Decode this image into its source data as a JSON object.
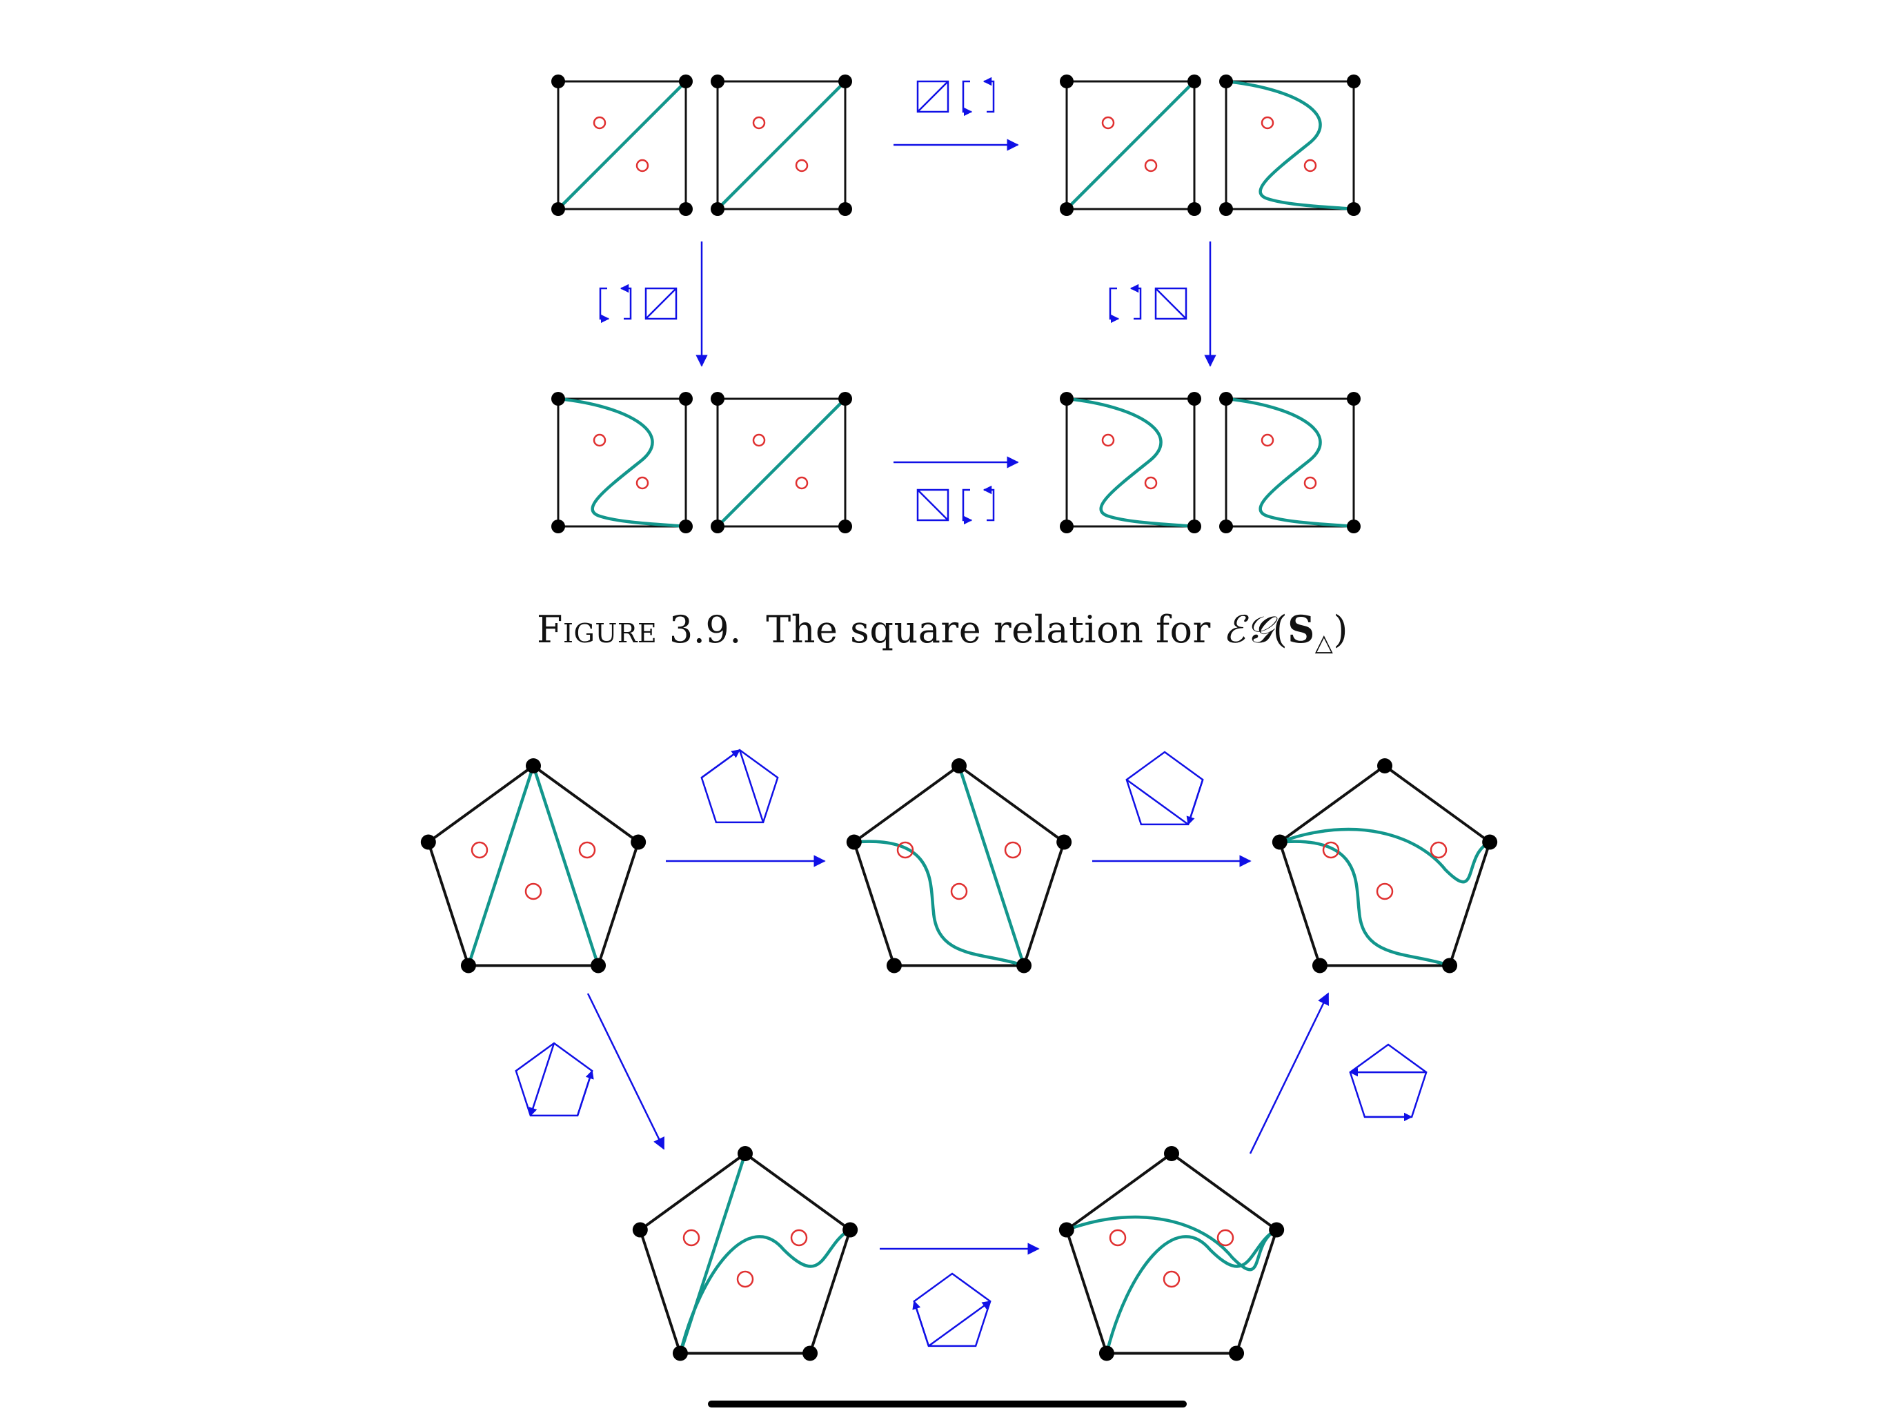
{
  "caption": {
    "label": "Figure 3.9.",
    "text": "The square relation for",
    "symbol": "ℰ𝒢",
    "bold_letter": "S",
    "subscript": "△"
  },
  "colors": {
    "edge": "#111111",
    "vertex": "#000000",
    "arc": "#12968c",
    "puncture": "#e03030",
    "arrow": "#1010e6"
  },
  "icons": {
    "marker": "red-circle-puncture",
    "arrow_labels": [
      "flip-square-icon",
      "rotate-square-icon",
      "flip-pentagon-icon"
    ]
  }
}
